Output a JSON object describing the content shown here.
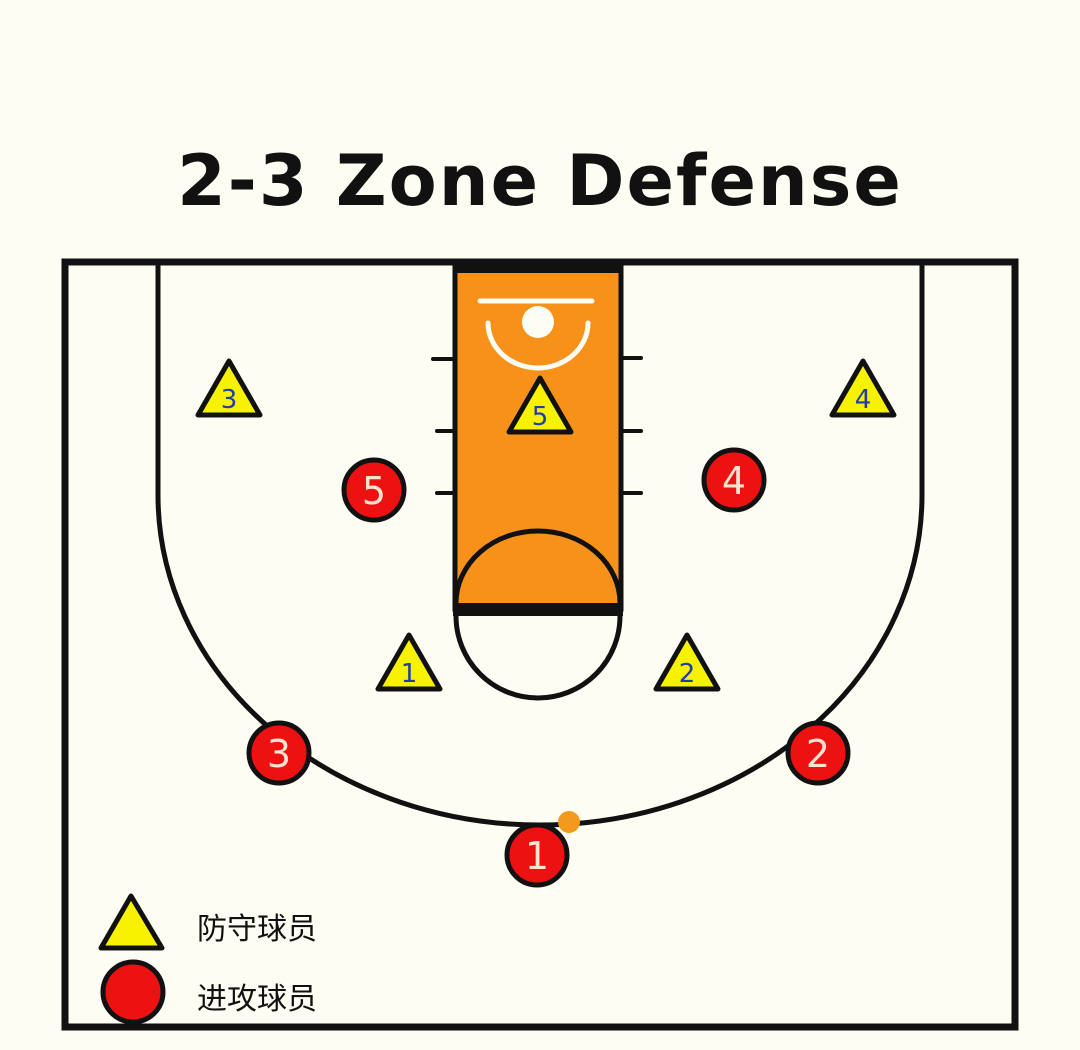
{
  "title": "2-3 Zone Defense",
  "colors": {
    "background": "#fdfdf3",
    "paint": "#f7911a",
    "defender": "#f7f200",
    "attacker": "#ee1111",
    "ball": "#f39a1c",
    "line": "#111111",
    "defender_number": "#1f3ea8",
    "attacker_number": "#ffe2d0"
  },
  "defenders": [
    "1",
    "2",
    "3",
    "4",
    "5"
  ],
  "attackers": [
    "1",
    "2",
    "3",
    "4",
    "5"
  ],
  "legend": {
    "defender_label": "防守球员",
    "attacker_label": "进攻球员"
  }
}
